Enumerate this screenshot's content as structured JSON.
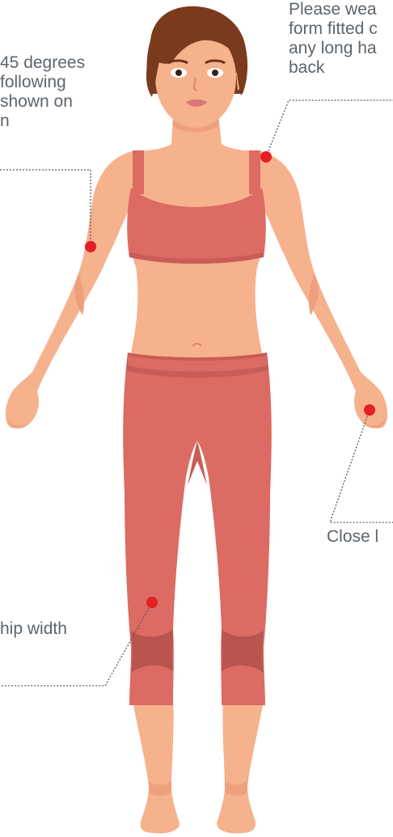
{
  "callouts": {
    "top_right": {
      "lines": [
        "Please wea",
        "form fitted c",
        "any long ha",
        "back"
      ],
      "marker": "shoulder"
    },
    "top_left": {
      "lines": [
        "45 degrees",
        "following",
        "shown on",
        "n"
      ],
      "marker": "elbow"
    },
    "right": {
      "lines": [
        "Close l"
      ],
      "marker": "wrist"
    },
    "bottom_left": {
      "lines": [
        "hip width"
      ],
      "marker": "knee"
    }
  },
  "colors": {
    "skin": "#f6b18d",
    "skin_shadow": "#eea07c",
    "clothing": "#dc6b63",
    "clothing_dark": "#b9544f",
    "hair": "#7a3a1c",
    "marker": "#e31e24",
    "leader_line": "#5a5a5a",
    "text": "#5d646d"
  }
}
